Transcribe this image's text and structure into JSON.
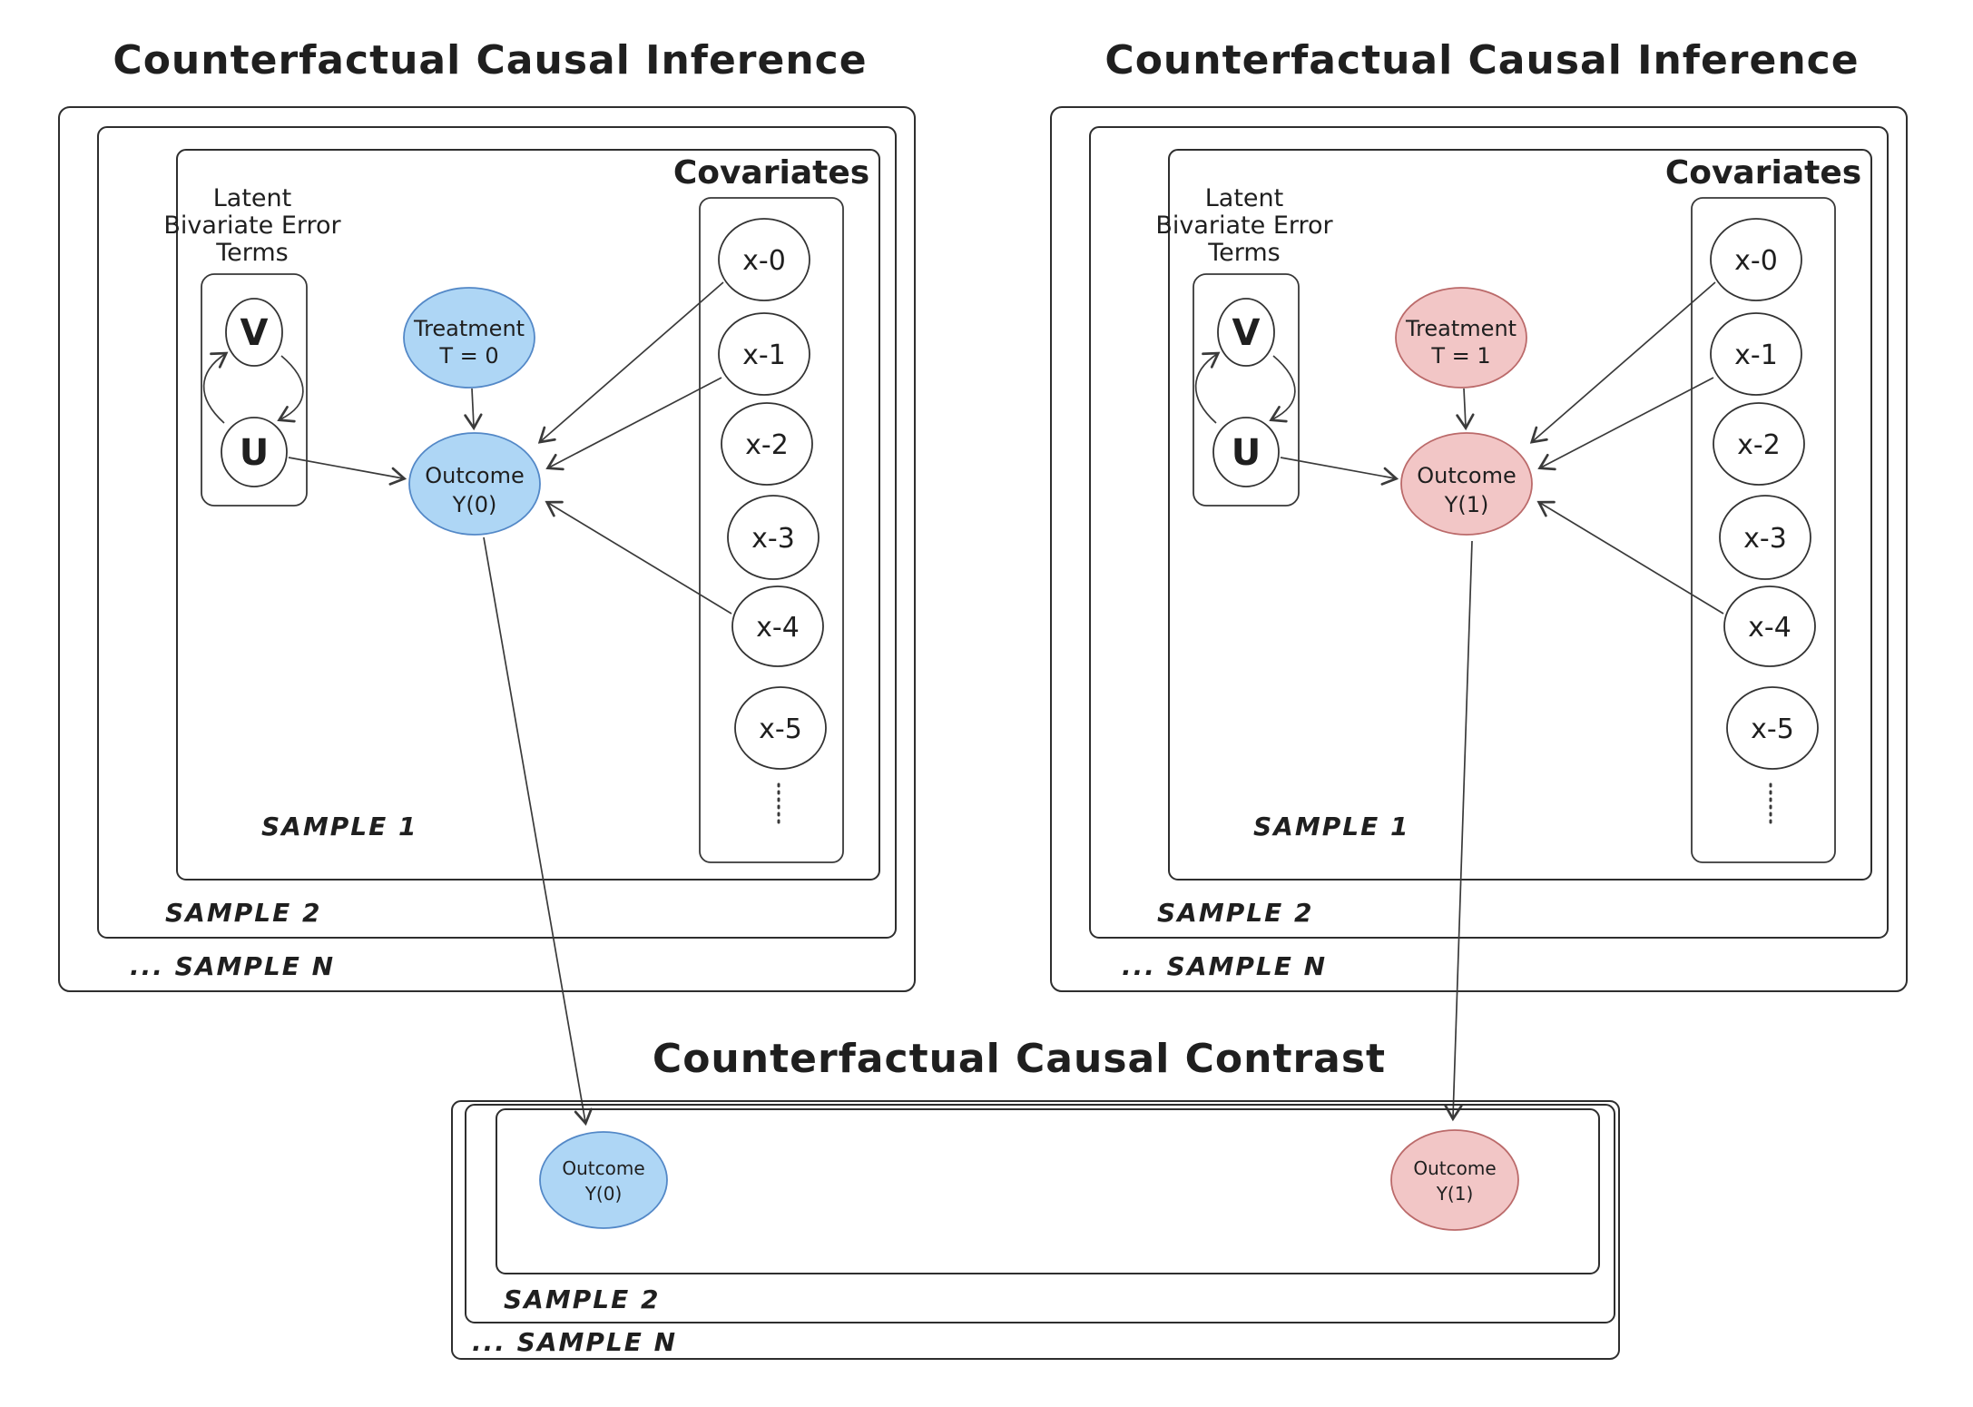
{
  "colors": {
    "node_blue_fill": "#aed6f5",
    "node_blue_stroke": "#5388c7",
    "node_pink_fill": "#f2c6c6",
    "node_pink_stroke": "#bb6a6a",
    "ink": "#2b2b2b",
    "background": "#ffffff"
  },
  "panels": [
    {
      "title": "Counterfactual Causal Inference",
      "latent_lines": [
        "Latent",
        "Bivariate Error",
        "Terms"
      ],
      "error_nodes": {
        "v": "V",
        "u": "U"
      },
      "treatment": {
        "line1": "Treatment",
        "line2": "T = 0"
      },
      "outcome": {
        "line1": "Outcome",
        "line2": "Y(0)"
      },
      "covariates_label": "Covariates",
      "covariates": [
        "x-0",
        "x-1",
        "x-2",
        "x-3",
        "x-4",
        "x-5"
      ],
      "samples": {
        "sample1": "SAMPLE 1",
        "sample2": "SAMPLE 2",
        "sampleN": "... SAMPLE N"
      }
    },
    {
      "title": "Counterfactual Causal Inference",
      "latent_lines": [
        "Latent",
        "Bivariate Error",
        "Terms"
      ],
      "error_nodes": {
        "v": "V",
        "u": "U"
      },
      "treatment": {
        "line1": "Treatment",
        "line2": "T = 1"
      },
      "outcome": {
        "line1": "Outcome",
        "line2": "Y(1)"
      },
      "covariates_label": "Covariates",
      "covariates": [
        "x-0",
        "x-1",
        "x-2",
        "x-3",
        "x-4",
        "x-5"
      ],
      "samples": {
        "sample1": "SAMPLE 1",
        "sample2": "SAMPLE 2",
        "sampleN": "... SAMPLE N"
      }
    }
  ],
  "contrast": {
    "title": "Counterfactual Causal Contrast",
    "outcome_left": {
      "line1": "Outcome",
      "line2": "Y(0)"
    },
    "outcome_right": {
      "line1": "Outcome",
      "line2": "Y(1)"
    },
    "samples": {
      "sample2": "SAMPLE 2",
      "sampleN": "... SAMPLE N"
    }
  }
}
